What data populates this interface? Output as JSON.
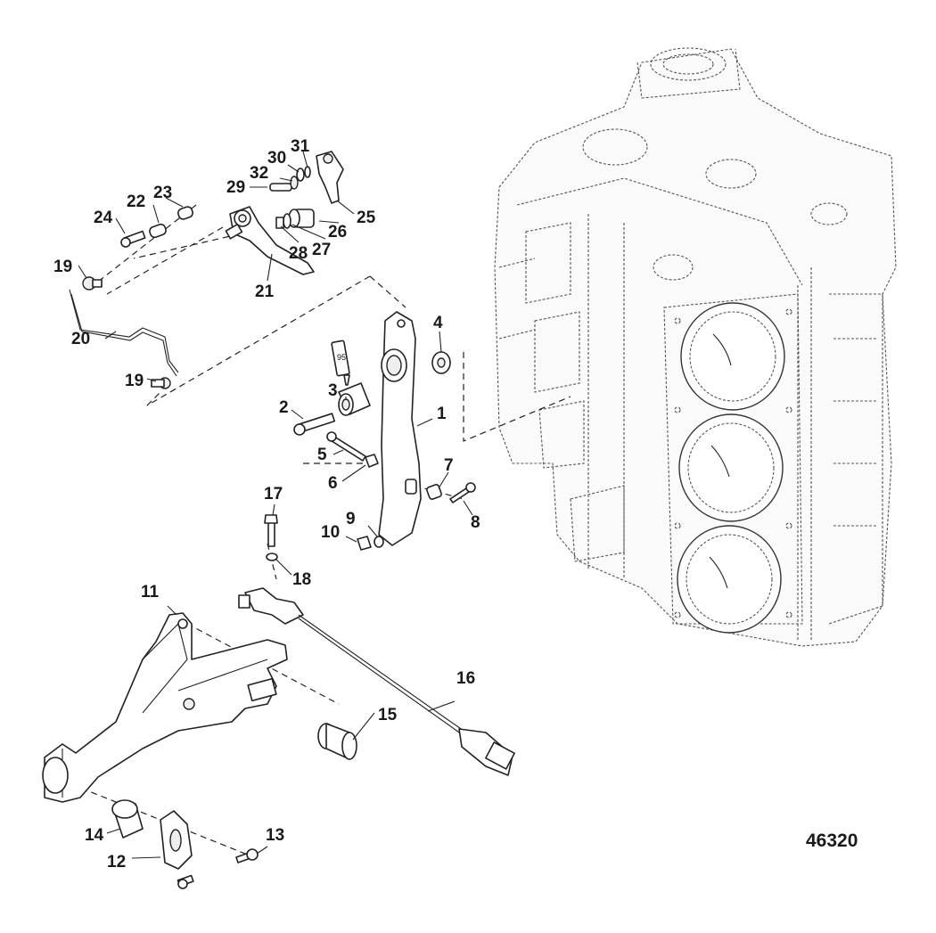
{
  "figure_number": "46320",
  "callouts": [
    {
      "label": "1"
    },
    {
      "label": "2"
    },
    {
      "label": "3"
    },
    {
      "label": "4"
    },
    {
      "label": "5"
    },
    {
      "label": "6"
    },
    {
      "label": "7"
    },
    {
      "label": "8"
    },
    {
      "label": "9"
    },
    {
      "label": "10"
    },
    {
      "label": "11"
    },
    {
      "label": "12"
    },
    {
      "label": "13"
    },
    {
      "label": "14"
    },
    {
      "label": "15"
    },
    {
      "label": "16"
    },
    {
      "label": "17"
    },
    {
      "label": "18"
    },
    {
      "label": "19"
    },
    {
      "label": "19"
    },
    {
      "label": "20"
    },
    {
      "label": "21"
    },
    {
      "label": "22"
    },
    {
      "label": "23"
    },
    {
      "label": "24"
    },
    {
      "label": "25"
    },
    {
      "label": "26"
    },
    {
      "label": "27"
    },
    {
      "label": "28"
    },
    {
      "label": "29"
    },
    {
      "label": "30"
    },
    {
      "label": "31"
    },
    {
      "label": "32"
    }
  ],
  "sealant_tube_label": "95"
}
